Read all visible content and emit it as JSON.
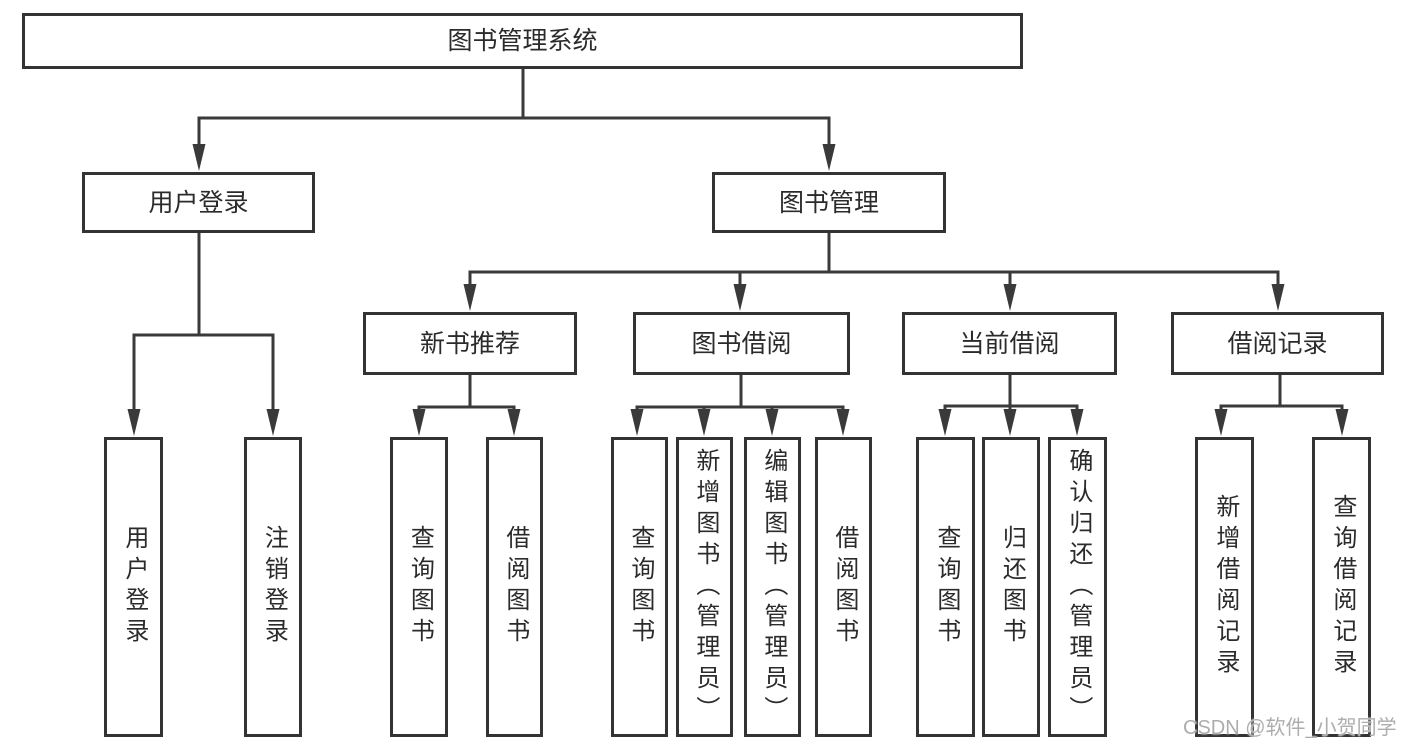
{
  "colors": {
    "background": "#ffffff",
    "line": "#3a3a3a",
    "box_border": "#333333",
    "text": "#2b2b2b",
    "watermark": "#adadad"
  },
  "watermark": {
    "text": "CSDN @软件_小贺同学"
  },
  "tree": {
    "root": {
      "label": "图书管理系统"
    },
    "children": [
      {
        "label": "用户登录",
        "children": [
          {
            "label": "用户登录"
          },
          {
            "label": "注销登录"
          }
        ]
      },
      {
        "label": "图书管理",
        "children": [
          {
            "label": "新书推荐",
            "children": [
              {
                "label": "查询图书"
              },
              {
                "label": "借阅图书"
              }
            ]
          },
          {
            "label": "图书借阅",
            "children": [
              {
                "label": "查询图书"
              },
              {
                "label": "新增图书（管理员）"
              },
              {
                "label": "编辑图书（管理员）"
              },
              {
                "label": "借阅图书"
              }
            ]
          },
          {
            "label": "当前借阅",
            "children": [
              {
                "label": "查询图书"
              },
              {
                "label": "归还图书"
              },
              {
                "label": "确认归还（管理员）"
              }
            ]
          },
          {
            "label": "借阅记录",
            "children": [
              {
                "label": "新增借阅记录"
              },
              {
                "label": "查询借阅记录"
              }
            ]
          }
        ]
      }
    ]
  }
}
